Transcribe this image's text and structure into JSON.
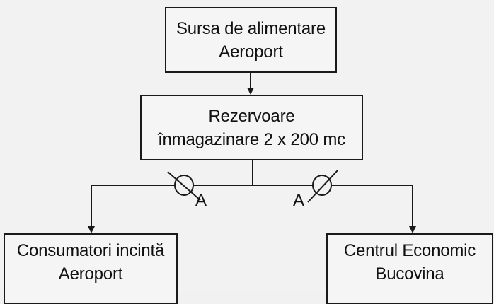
{
  "diagram": {
    "source": {
      "line1": "Sursa de alimentare",
      "line2": "Aeroport"
    },
    "tanks": {
      "line1": "Rezervoare",
      "line2": "înmagazinare 2 x 200 mc"
    },
    "consumer_left": {
      "line1": "Consumatori incintă",
      "line2": "Aeroport"
    },
    "consumer_right": {
      "line1": "Centrul Economic",
      "line2": "Bucovina"
    },
    "valve_left": {
      "label": "A"
    },
    "valve_right": {
      "label": "A"
    },
    "line_color": "#1a1a1a"
  }
}
